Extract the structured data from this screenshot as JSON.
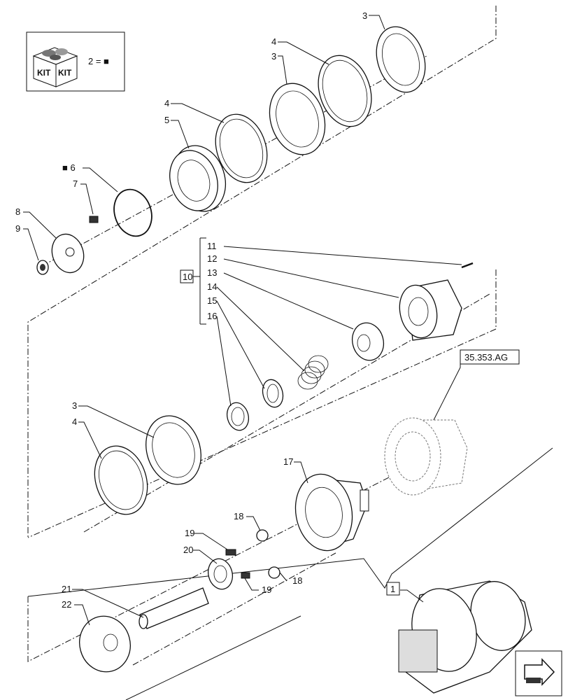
{
  "kit_legend": {
    "kit_text_1": "KIT",
    "kit_text_2": "KIT",
    "legend_text": "2 = ■"
  },
  "group_ref": "10",
  "assembly_ref": "1",
  "reference_code": "35.353.AG",
  "callouts": {
    "c3a": "3",
    "c4a": "4",
    "c3b": "3",
    "c4b": "4",
    "c5": "5",
    "c6": "■ 6",
    "c7": "7",
    "c8": "8",
    "c9": "9",
    "c11": "11",
    "c12": "12",
    "c13": "13",
    "c14": "14",
    "c15": "15",
    "c16": "16",
    "c3c": "3",
    "c4c": "4",
    "c17": "17",
    "c18a": "18",
    "c18b": "18",
    "c19a": "19",
    "c19b": "19",
    "c20": "20",
    "c21": "21",
    "c22": "22"
  },
  "nav_icon": "next-page-arrow-icon"
}
